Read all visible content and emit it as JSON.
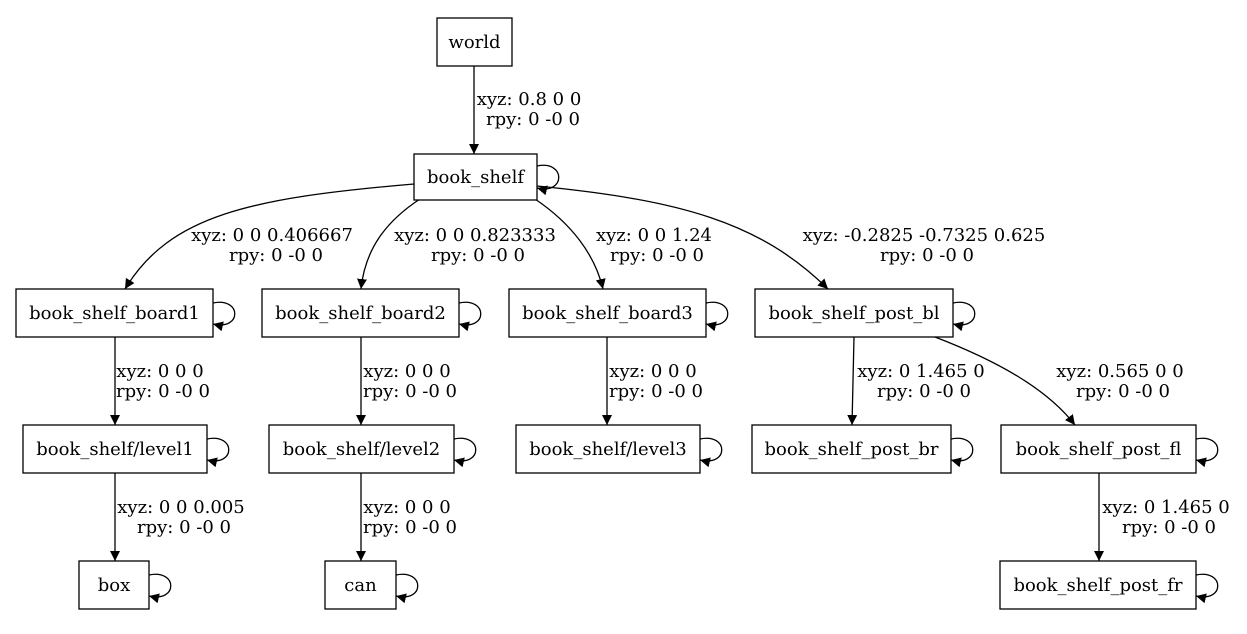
{
  "nodes": {
    "world": "world",
    "book_shelf": "book_shelf",
    "book_shelf_board1": "book_shelf_board1",
    "book_shelf_board2": "book_shelf_board2",
    "book_shelf_board3": "book_shelf_board3",
    "book_shelf_post_bl": "book_shelf_post_bl",
    "book_shelf_level1": "book_shelf/level1",
    "book_shelf_level2": "book_shelf/level2",
    "book_shelf_level3": "book_shelf/level3",
    "book_shelf_post_br": "book_shelf_post_br",
    "book_shelf_post_fl": "book_shelf_post_fl",
    "box": "box",
    "can": "can",
    "book_shelf_post_fr": "book_shelf_post_fr"
  },
  "edges": {
    "world_to_book_shelf": {
      "xyz": "xyz: 0.8 0 0",
      "rpy": "rpy: 0 -0 0"
    },
    "book_shelf_to_board1": {
      "xyz": "xyz: 0 0 0.406667",
      "rpy": "rpy: 0 -0 0"
    },
    "book_shelf_to_board2": {
      "xyz": "xyz: 0 0 0.823333",
      "rpy": "rpy: 0 -0 0"
    },
    "book_shelf_to_board3": {
      "xyz": "xyz: 0 0 1.24",
      "rpy": "rpy: 0 -0 0"
    },
    "book_shelf_to_post_bl": {
      "xyz": "xyz: -0.2825 -0.7325 0.625",
      "rpy": "rpy: 0 -0 0"
    },
    "board1_to_level1": {
      "xyz": "xyz: 0 0 0",
      "rpy": "rpy: 0 -0 0"
    },
    "board2_to_level2": {
      "xyz": "xyz: 0 0 0",
      "rpy": "rpy: 0 -0 0"
    },
    "board3_to_level3": {
      "xyz": "xyz: 0 0 0",
      "rpy": "rpy: 0 -0 0"
    },
    "post_bl_to_post_br": {
      "xyz": "xyz: 0 1.465 0",
      "rpy": "rpy: 0 -0 0"
    },
    "post_bl_to_post_fl": {
      "xyz": "xyz: 0.565 0 0",
      "rpy": "rpy: 0 -0 0"
    },
    "level1_to_box": {
      "xyz": "xyz: 0 0 0.005",
      "rpy": "rpy: 0 -0 0"
    },
    "level2_to_can": {
      "xyz": "xyz: 0 0 0",
      "rpy": "rpy: 0 -0 0"
    },
    "post_fl_to_post_fr": {
      "xyz": "xyz: 0 1.465 0",
      "rpy": "rpy: 0 -0 0"
    }
  }
}
